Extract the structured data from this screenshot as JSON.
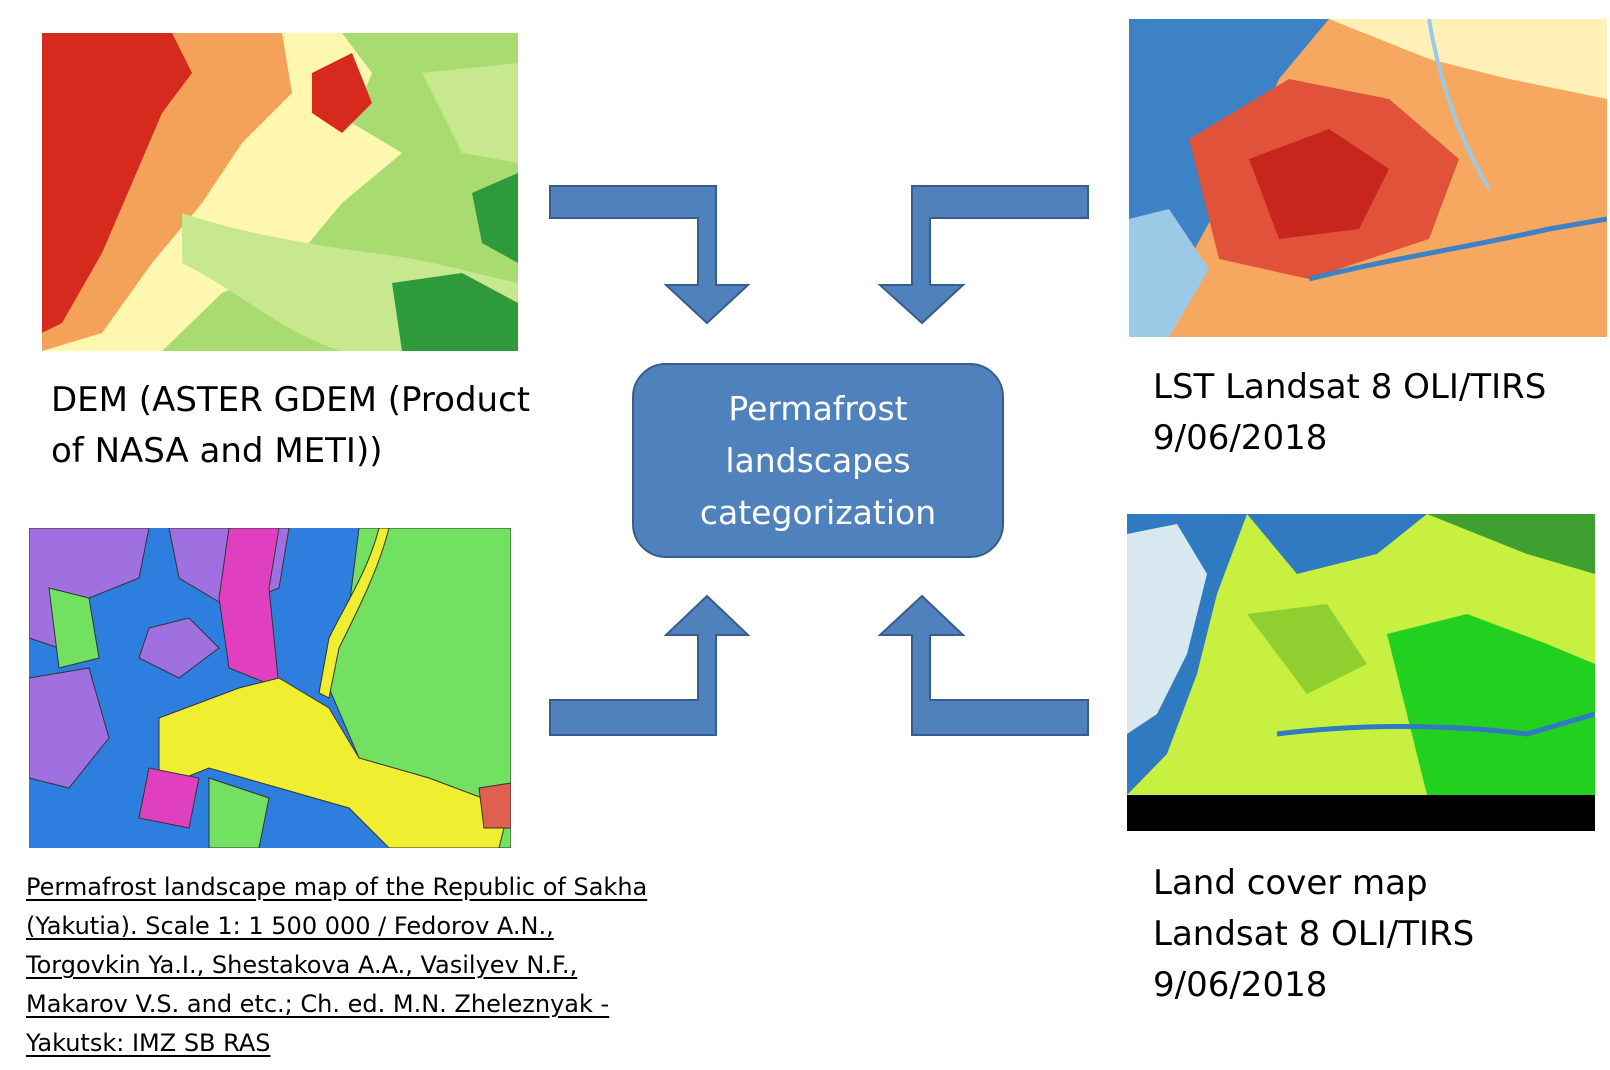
{
  "center": {
    "lines": [
      "Permafrost",
      "landscapes",
      "categorization"
    ],
    "fill": "#4f81bd"
  },
  "inputs": {
    "dem": {
      "lines": [
        "DEM (ASTER GDEM (Product",
        "of NASA and METI))"
      ],
      "image": "elevation-map"
    },
    "lst": {
      "lines": [
        "LST Landsat 8 OLI/TIRS",
        "9/06/2018"
      ],
      "image": "land-surface-temperature-map"
    },
    "permafrost_map": {
      "lines": [
        "Permafrost landscape map of the Republic of Sakha",
        "(Yakutia). Scale 1: 1 500 000 / Fedorov A.N.,",
        "Torgovkin Ya.I., Shestakova A.A., Vasilyev N.F.,",
        "Makarov V.S. and etc.; Ch. ed. M.N. Zheleznyak -",
        "Yakutsk: IMZ SB RAS"
      ],
      "image": "permafrost-landscape-map"
    },
    "land_cover": {
      "lines": [
        "Land cover map",
        "Landsat 8 OLI/TIRS",
        "9/06/2018"
      ],
      "image": "land-cover-map"
    }
  },
  "colors": {
    "arrow": "#4f81bd",
    "arrow_stroke": "#385d8a"
  }
}
